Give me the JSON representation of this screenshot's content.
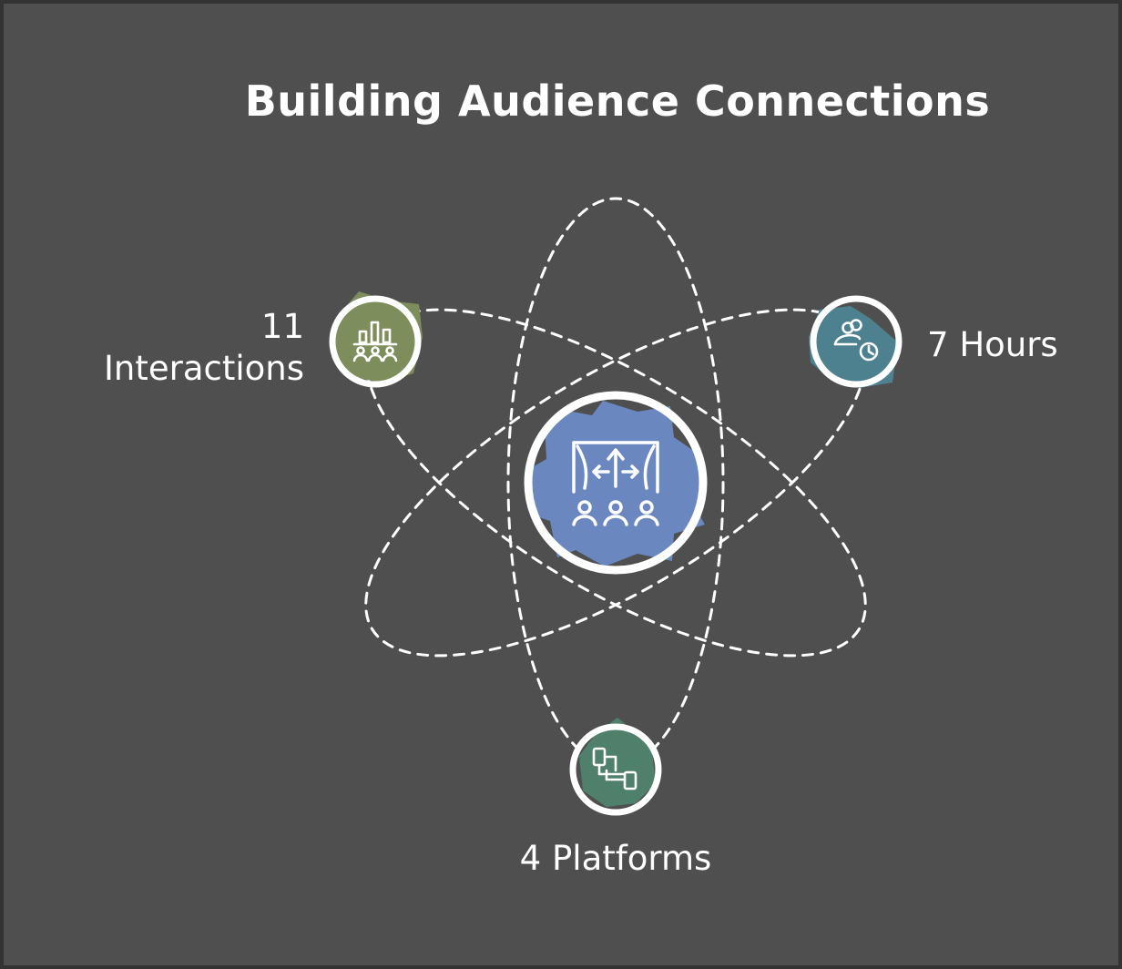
{
  "title": "Building Audience Connections",
  "nodes": [
    {
      "id": "interactions",
      "icon": "audience-chart-icon",
      "value": "11",
      "label": "Interactions",
      "color": "#7d8d5c"
    },
    {
      "id": "hours",
      "icon": "user-clock-icon",
      "value": "7",
      "label": "Hours",
      "color": "#4e8190"
    },
    {
      "id": "platforms",
      "icon": "devices-network-icon",
      "value": "4",
      "label": "Platforms",
      "color": "#4f806c"
    }
  ],
  "center": {
    "icon": "stage-audience-icon",
    "color": "#6a87c0"
  },
  "colors": {
    "background": "#4f4f4f",
    "stroke": "#ffffff"
  }
}
